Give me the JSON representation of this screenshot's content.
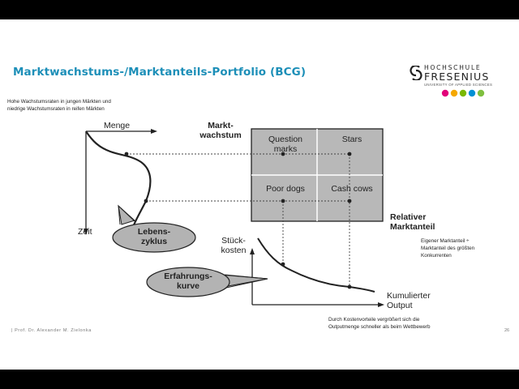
{
  "slide": {
    "title": "Marktwachstums-/Marktanteils-Portfolio (BCG)",
    "logo": {
      "line1": "HOCHSCHULE",
      "line2": "FRESENIUS",
      "line3": "UNIVERSITY OF APPLIED SCIENCES",
      "dot_colors": [
        "#e2007a",
        "#f5a800",
        "#7ab800",
        "#0090d4",
        "#7fbf3f"
      ]
    },
    "note_top": [
      "Hohe Wachstumsraten in jungen Märkten und",
      "niedrige Wachstumsraten in reifen Märkten"
    ],
    "note_right": [
      "Eigener Marktanteil ÷",
      "Marktanteil des größten",
      "Konkurrenten"
    ],
    "note_bottom": [
      "Durch Kostenvorteile vergrößert sich die",
      "Outputmenge schneller als beim Wettbewerb"
    ],
    "footer_left": "| Prof. Dr. Alexander M. Zielonka",
    "page_number": "26"
  },
  "diagram": {
    "lifecycle_axis_y": "Menge",
    "lifecycle_axis_x": "Zeit",
    "marktwachstum": [
      "Markt-",
      "wachstum"
    ],
    "quadrants": {
      "question_marks": [
        "Question",
        "marks"
      ],
      "stars": "Stars",
      "poor_dogs": "Poor dogs",
      "cash_cows": "Cash cows"
    },
    "relativer_marktanteil": [
      "Relativer",
      "Marktanteil"
    ],
    "stueckkosten": [
      "Stück-",
      "kosten"
    ],
    "kumulierter_output": [
      "Kumulierter",
      "Output"
    ],
    "lebenszyklus": [
      "Lebens-",
      "zyklus"
    ],
    "erfahrungskurve": [
      "Erfahrungs-",
      "kurve"
    ],
    "colors": {
      "matrix_fill": "#b8b8b8",
      "bubble_fill": "#b3b3b3",
      "line": "#222222"
    }
  }
}
